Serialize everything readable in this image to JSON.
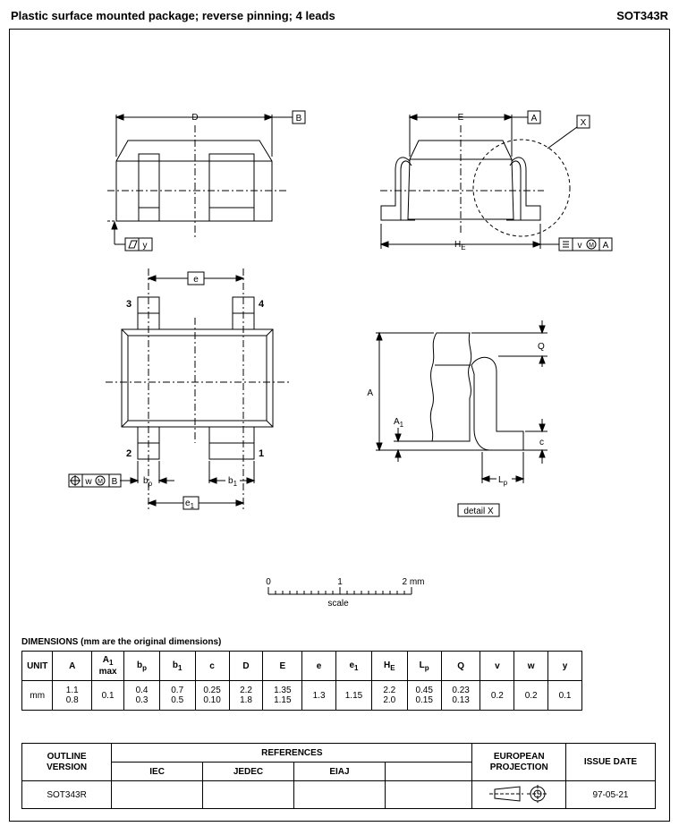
{
  "header": {
    "title": "Plastic surface mounted package; reverse pinning; 4 leads",
    "code": "SOT343R"
  },
  "drawing": {
    "labels": {
      "D": "D",
      "B": "B",
      "E": "E",
      "A_ref": "A",
      "X": "X",
      "y": "y",
      "HE_main": "H",
      "HE_sub": "E",
      "v": "v",
      "M": "M",
      "A2": "A",
      "e": "e",
      "pin3": "3",
      "pin4": "4",
      "pin2": "2",
      "pin1": "1",
      "w": "w",
      "Bw": "B",
      "bp_main": "b",
      "bp_sub": "p",
      "b1_main": "b",
      "b1_sub": "1",
      "e1_main": "e",
      "e1_sub": "1",
      "Q": "Q",
      "A_height": "A",
      "A1_main": "A",
      "A1_sub": "1",
      "c": "c",
      "Lp_main": "L",
      "Lp_sub": "p",
      "detail": "detail X"
    },
    "scale": {
      "zero": "0",
      "one": "1",
      "two": "2 mm",
      "label": "scale"
    }
  },
  "dimensions": {
    "title": "DIMENSIONS (mm are the original dimensions)",
    "headers": [
      {
        "main": "UNIT",
        "sub": ""
      },
      {
        "main": "A",
        "sub": ""
      },
      {
        "main": "A",
        "sub": "1",
        "extra": "max"
      },
      {
        "main": "b",
        "sub": "p"
      },
      {
        "main": "b",
        "sub": "1"
      },
      {
        "main": "c",
        "sub": ""
      },
      {
        "main": "D",
        "sub": ""
      },
      {
        "main": "E",
        "sub": ""
      },
      {
        "main": "e",
        "sub": ""
      },
      {
        "main": "e",
        "sub": "1"
      },
      {
        "main": "H",
        "sub": "E"
      },
      {
        "main": "L",
        "sub": "p"
      },
      {
        "main": "Q",
        "sub": ""
      },
      {
        "main": "v",
        "sub": ""
      },
      {
        "main": "w",
        "sub": ""
      },
      {
        "main": "y",
        "sub": ""
      }
    ],
    "row": [
      "mm",
      "1.1\n0.8",
      "0.1",
      "0.4\n0.3",
      "0.7\n0.5",
      "0.25\n0.10",
      "2.2\n1.8",
      "1.35\n1.15",
      "1.3",
      "1.15",
      "2.2\n2.0",
      "0.45\n0.15",
      "0.23\n0.13",
      "0.2",
      "0.2",
      "0.1"
    ]
  },
  "references": {
    "outline_version": "OUTLINE\nVERSION",
    "references": "REFERENCES",
    "iec": "IEC",
    "jedec": "JEDEC",
    "eiaj": "EIAJ",
    "projection": "EUROPEAN\nPROJECTION",
    "issue_date": "ISSUE DATE",
    "version_value": "SOT343R",
    "date_value": "97-05-21"
  }
}
